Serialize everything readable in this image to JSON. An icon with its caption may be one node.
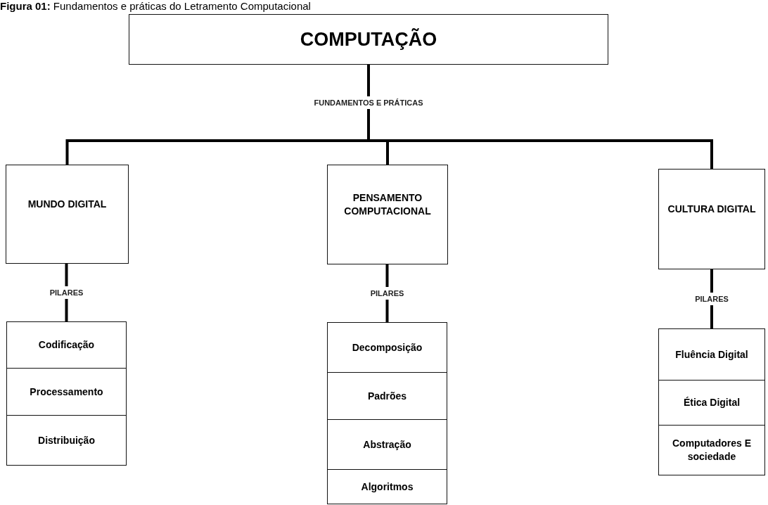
{
  "diagram": {
    "title": "**Figura 01:** Fundamentos e práticas do Letramento Computacional",
    "nodes": [
      {
        "text": [
          "COMPUTAÇÃO"
        ]
      },
      {
        "text": [
          "MUNDO DIGITAL"
        ]
      },
      {
        "text": [
          "PENSAMENTO COMPUTACIONAL"
        ]
      },
      {
        "text": [
          "CULTURA DIGITAL"
        ]
      },
      {
        "text": [
          "Codificação"
        ]
      },
      {
        "text": [
          "Processamento"
        ]
      },
      {
        "text": [
          "Distribuição"
        ]
      },
      {
        "text": [
          "Decomposição"
        ]
      },
      {
        "text": [
          "Padrões"
        ]
      },
      {
        "text": [
          "Abstração"
        ]
      },
      {
        "text": [
          "Algoritmos"
        ]
      },
      {
        "text": [
          "Fluência Digital"
        ]
      },
      {
        "text": [
          "Ética Digital"
        ]
      },
      {
        "text": [
          "Computadores E sociedade"
        ]
      }
    ],
    "edges": [
      {
        "from": 0,
        "to": 1,
        "arrow": "none"
      },
      {
        "from": 0,
        "to": 2,
        "arrow": "none",
        "label": "FUNDAMENTOS E PRÁTICAS"
      },
      {
        "from": 0,
        "to": 3,
        "arrow": "none"
      },
      {
        "from": 1,
        "to": 4,
        "arrow": "none",
        "label": "PILARES"
      },
      {
        "from": 2,
        "to": 7,
        "arrow": "none",
        "label": "PILARES"
      },
      {
        "from": 3,
        "to": 11,
        "arrow": "none",
        "label": "PILARES"
      }
    ]
  }
}
